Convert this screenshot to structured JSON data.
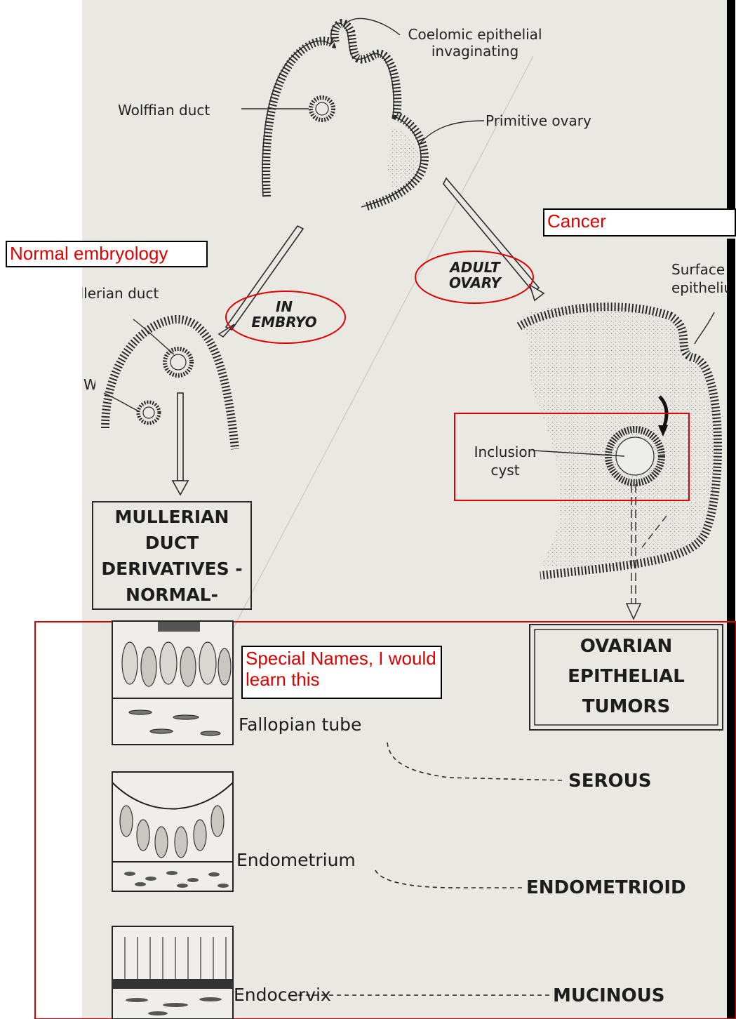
{
  "diagram": {
    "labels": {
      "coelomic": "Coelomic epithelial invaginating",
      "wolffian_duct": "Wolffian duct",
      "primitive_ovary": "Primitive ovary",
      "mullerian_duct": "Mullerian duct",
      "w": "W",
      "surface_epithelium": "Surface epithelium",
      "inclusion_cyst": "Inclusion cyst",
      "in_embryo": "IN EMBRYO",
      "adult_ovary": "ADULT OVARY"
    },
    "boxes": {
      "mullerian_derivatives": "MULLERIAN DUCT DERIVATIVES -NORMAL-",
      "ovarian_tumors": "OVARIAN EPITHELIAL TUMORS"
    },
    "tissues": [
      {
        "name": "Fallopian tube",
        "tumor": "SEROUS"
      },
      {
        "name": "Endometrium",
        "tumor": "ENDOMETRIOID"
      },
      {
        "name": "Endocervix",
        "tumor": "MUCINOUS"
      }
    ]
  },
  "annotations": {
    "normal_embryology": "Normal embryology",
    "cancer": "Cancer",
    "special_names": "Special Names, I would learn this"
  },
  "colors": {
    "annotation_red": "#e10000",
    "ink": "#1d1d1d",
    "slide_background": "#e9e8e3"
  }
}
